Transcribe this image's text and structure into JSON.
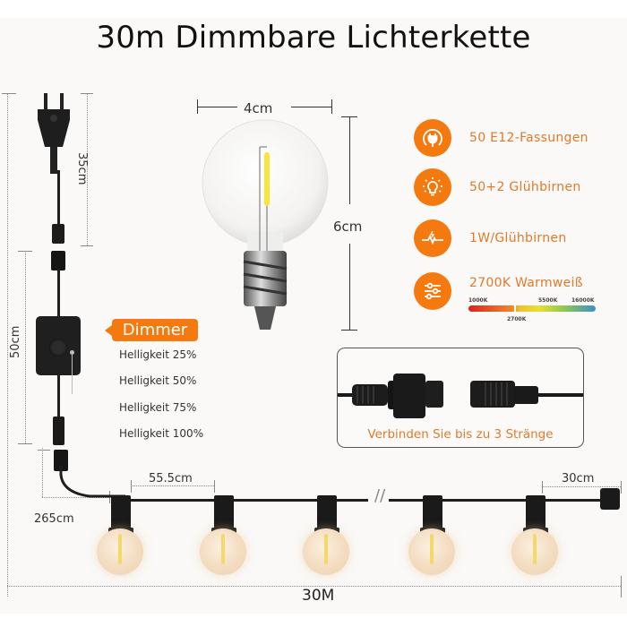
{
  "title": "30m Dimmbare Lichterkette",
  "bulb_dimensions": {
    "width": "4cm",
    "height": "6cm"
  },
  "features": [
    {
      "icon": "plug-icon",
      "label": "50 E12-Fassungen"
    },
    {
      "icon": "lightbulb-icon",
      "label": "50+2 Glühbirnen"
    },
    {
      "icon": "power-pulse-icon",
      "label": "1W/Glühbirnen"
    },
    {
      "icon": "sliders-icon",
      "label": "2700K Warmweiß"
    }
  ],
  "color_temperature_scale": {
    "labels": [
      "1000K",
      "5500K",
      "16000K"
    ],
    "marker": "2700K",
    "colors": [
      "#e02020",
      "#f08a2a",
      "#e8e030",
      "#90c850",
      "#3a90c8"
    ]
  },
  "connector": {
    "caption": "Verbinden Sie bis zu 3 Stränge"
  },
  "dimmer": {
    "label": "Dimmer",
    "levels": [
      "Helligkeit 25%",
      "Helligkeit 50%",
      "Helligkeit 75%",
      "Helligkeit 100%"
    ]
  },
  "cable_dimensions": {
    "plug": "35cm",
    "dimmer": "50cm",
    "lead": "265cm",
    "spacing": "55.5cm",
    "tail": "30cm",
    "total": "30M"
  },
  "accent_color": "#f47a10",
  "string_bulb_count_shown": 5
}
